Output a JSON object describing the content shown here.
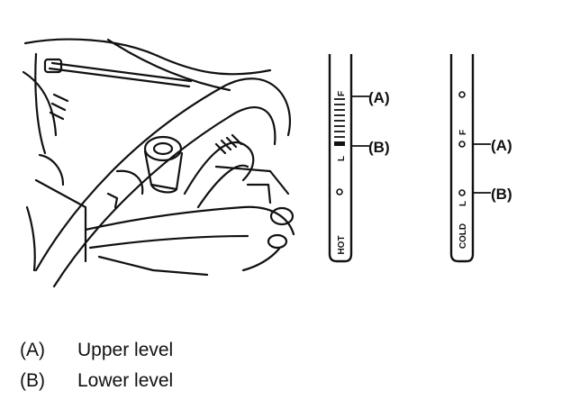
{
  "dipsticks": [
    {
      "hot_label": "HOT",
      "scale_text": "L ■IIIIIIII F",
      "marks": [
        "(A)",
        "(B)"
      ]
    },
    {
      "cold_label": "COLD",
      "scale_text": "L ○ ○ F",
      "marks": [
        "(A)",
        "(B)"
      ]
    }
  ],
  "legend": [
    {
      "key": "(A)",
      "text": "Upper level"
    },
    {
      "key": "(B)",
      "text": "Lower level"
    }
  ]
}
